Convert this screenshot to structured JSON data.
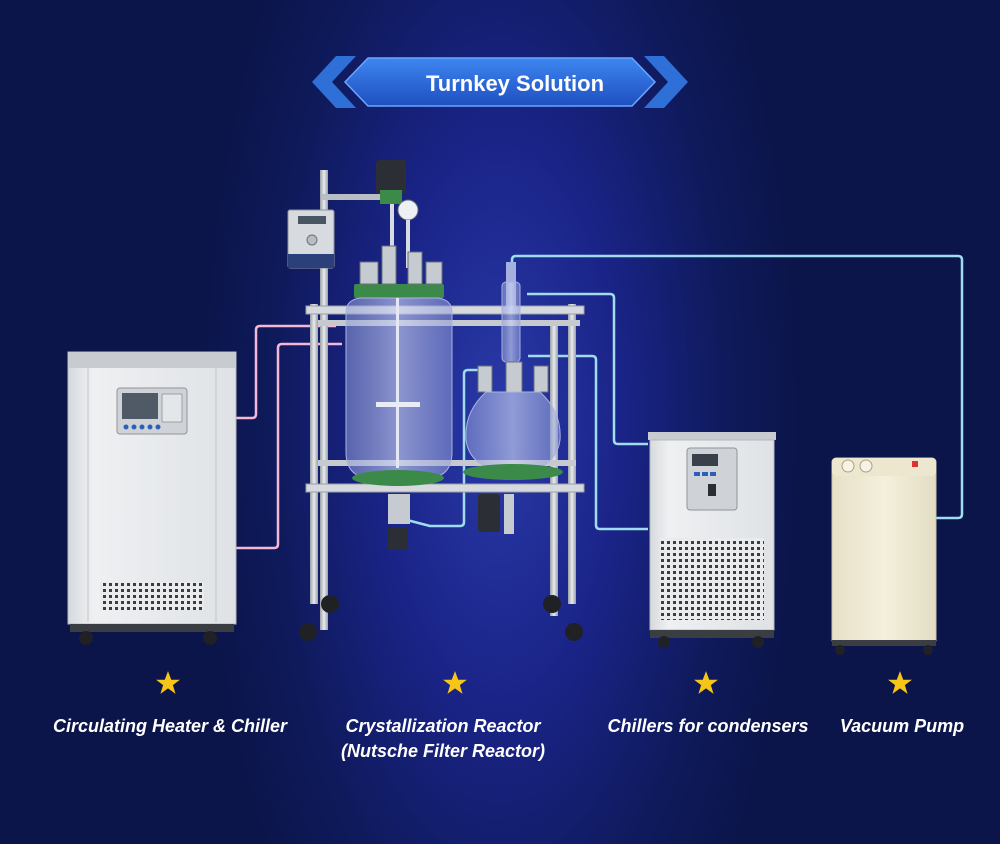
{
  "banner": {
    "title": "Turnkey Solution"
  },
  "equipment": [
    {
      "id": "heater-chiller",
      "label": "Circulating Heater & Chiller"
    },
    {
      "id": "reactor",
      "label_line1": "Crystallization Reactor",
      "label_line2": "(Nutsche Filter Reactor)"
    },
    {
      "id": "condenser-chillers",
      "label": "Chillers for condensers"
    },
    {
      "id": "vacuum-pump",
      "label": "Vacuum Pump"
    }
  ],
  "colors": {
    "background": "#0f1a5c",
    "banner": "#2f6fd8",
    "heater_hoses": "#f4b8d6",
    "condenser_hoses": "#9fdcf0",
    "star": "#f5c518",
    "frame": "#c9ced6"
  },
  "icons": [
    "star-icon",
    "control-panel-icon",
    "vent-grille-icon",
    "caster-wheel-icon",
    "motor-icon",
    "thermometer-icon"
  ]
}
